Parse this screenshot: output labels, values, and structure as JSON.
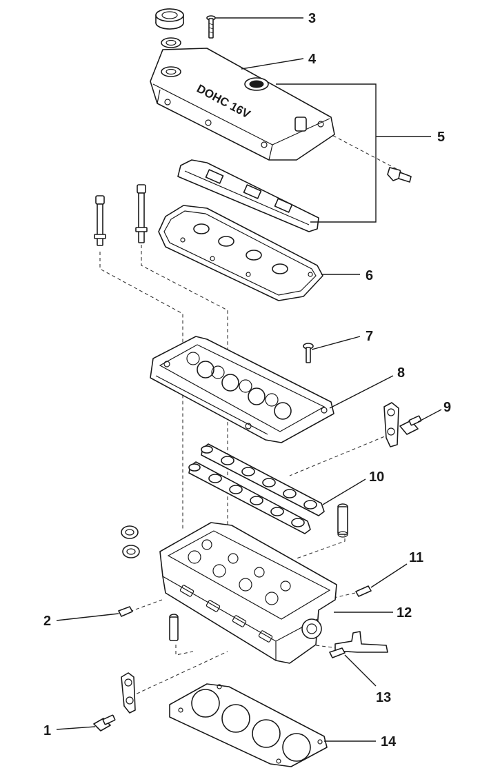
{
  "callouts": [
    "1",
    "2",
    "3",
    "4",
    "5",
    "6",
    "7",
    "8",
    "9",
    "10",
    "11",
    "12",
    "13",
    "14"
  ],
  "cover_marking": "DOHC 16V",
  "colors": {
    "line": "#1a1a1a",
    "background": "#ffffff"
  }
}
